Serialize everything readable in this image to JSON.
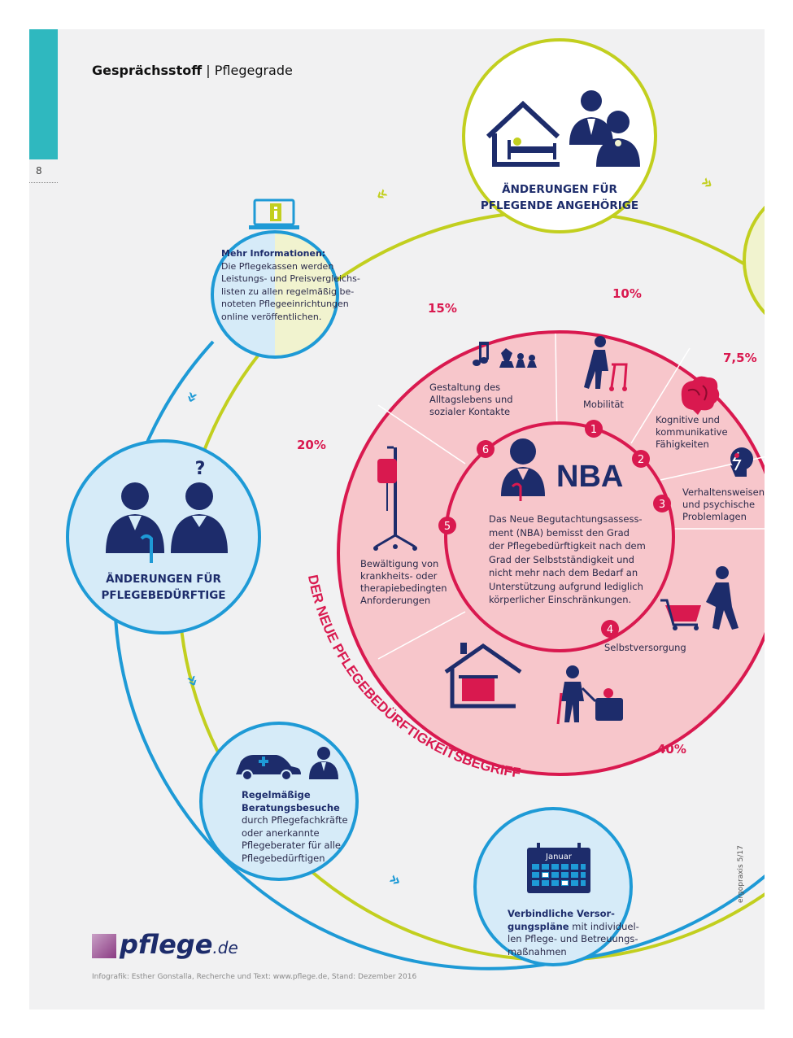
{
  "header": {
    "section": "Gesprächsstoff",
    "separator": "|",
    "topic": "Pflegegrade"
  },
  "page_number": "8",
  "circles": {
    "angehoerige": {
      "line1": "ÄNDERUNGEN FÜR",
      "line2": "PFLEGENDE ANGEHÖRIGE"
    },
    "beduerftige": {
      "line1": "ÄNDERUNGEN FÜR",
      "line2": "PFLEGEBEDÜRFTIGE",
      "question": "?"
    },
    "info": {
      "title": "Mehr Informationen:",
      "lines": [
        "Die Pflegekassen werden",
        "Leistungs- und Preisvergleichs-",
        "listen zu allen regelmäßig be-",
        "noteten Pflegeeinrichtungen",
        "online veröffentlichen."
      ]
    },
    "beratung": {
      "title1": "Regelmäßige",
      "title2": "Beratungsbesuche",
      "lines": [
        "durch Pflegefachkräfte",
        "oder anerkannte",
        "Pflegeberater für alle",
        "Pflegebedürftigen"
      ]
    },
    "plaene": {
      "calendar": "Januar",
      "title1": "Verbindliche Versor-",
      "title2": "gungspläne",
      "line2b": " mit individuel-",
      "lines": [
        "len Pflege- und Betreuungs-",
        "maßnahmen"
      ]
    }
  },
  "nba": {
    "title": "NBA",
    "description": [
      "Das Neue Begutachtungsassess-",
      "ment (NBA) bemisst den Grad",
      "der Pflegebedürftigkeit nach dem",
      "Grad der Selbstständigkeit und",
      "nicht mehr nach dem Bedarf an",
      "Unterstützung aufgrund lediglich",
      "körperlicher Einschränkungen."
    ],
    "arc_title": "DER NEUE PFLEGEBEDÜRFTIGKEITSBEGRIFF",
    "modules": [
      {
        "num": "1",
        "pct": "10%",
        "label": [
          "Mobilität"
        ]
      },
      {
        "num": "2",
        "pct": "7,5%",
        "label": [
          "Kognitive und",
          "kommunikative",
          "Fähigkeiten"
        ]
      },
      {
        "num": "3",
        "pct": "",
        "label": [
          "Verhaltensweisen",
          "und psychische",
          "Problemlagen"
        ]
      },
      {
        "num": "4",
        "pct": "40%",
        "label": [
          "Selbstversorgung"
        ]
      },
      {
        "num": "5",
        "pct": "20%",
        "label": [
          "Bewältigung von",
          "krankheits- oder",
          "therapiebedingten",
          "Anforderungen"
        ]
      },
      {
        "num": "6",
        "pct": "15%",
        "label": [
          "Gestaltung des",
          "Alltagslebens und",
          "sozialer Kontakte"
        ]
      }
    ]
  },
  "logo": {
    "name": "pflege",
    "domain": ".de"
  },
  "credit": "Infografik: Esther Gonstalla, Recherche und Text: www.pflege.de, Stand: Dezember 2016",
  "issue": "ergopraxis 5/17",
  "colors": {
    "pink": "#d9194f",
    "navy": "#1d2c6b",
    "blue": "#1e9ad6",
    "lime": "#c2cf1f",
    "lightblue": "#d6ebf8",
    "lightpink": "#f7c6cb",
    "lightlime": "#f1f3cf"
  }
}
